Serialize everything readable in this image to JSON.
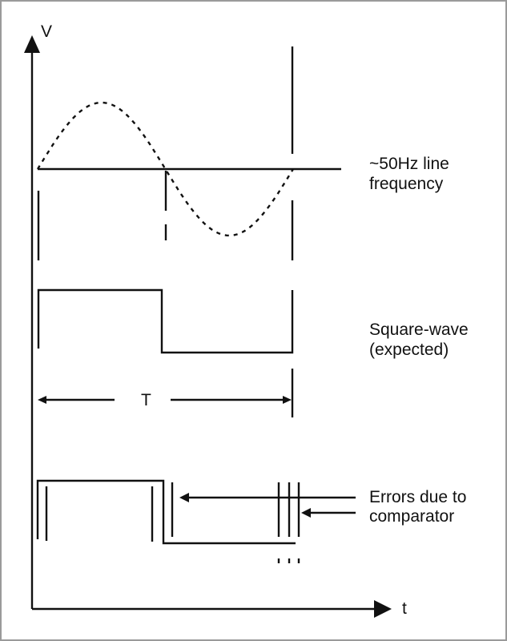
{
  "axes": {
    "y_label": "V",
    "x_label": "t"
  },
  "labels": {
    "sine_line1": "~50Hz line",
    "sine_line2": "frequency",
    "square_line1": "Square-wave",
    "square_line2": "(expected)",
    "period": "T",
    "errors_line1": "Errors due to",
    "errors_line2": "comparator",
    "ellipsis": "..."
  }
}
